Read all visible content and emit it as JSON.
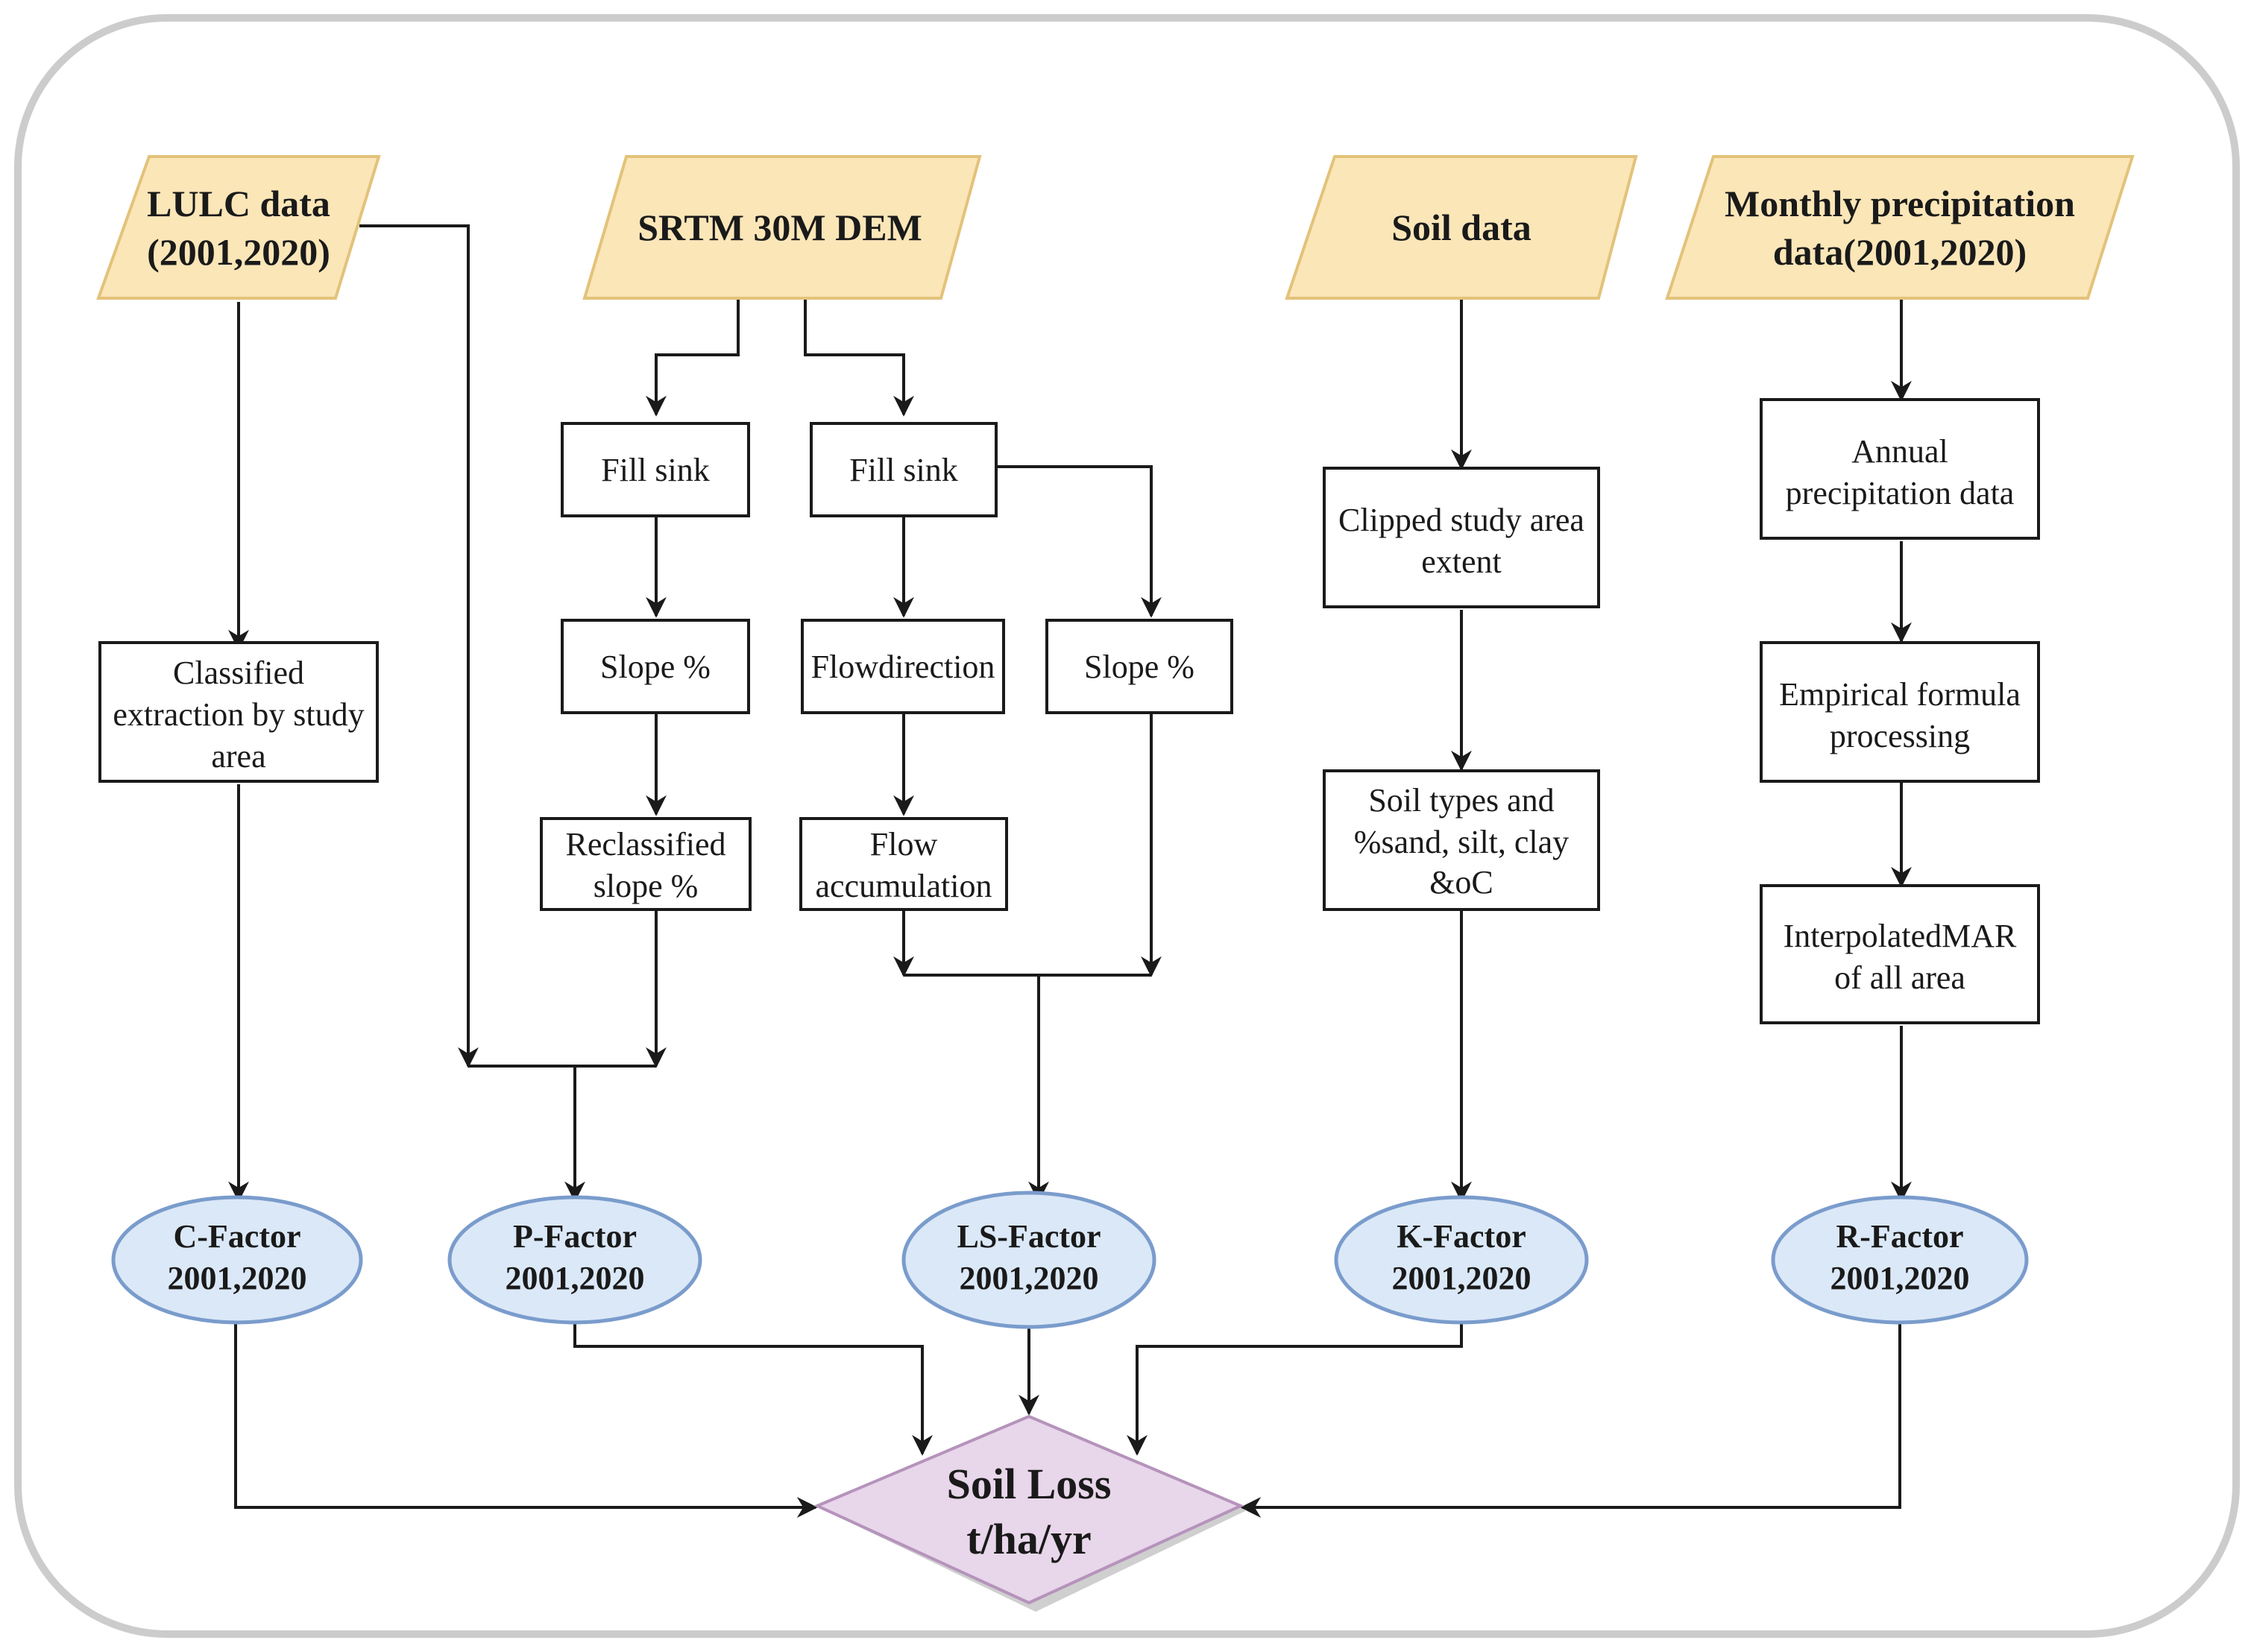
{
  "inputs": {
    "lulc": [
      "LULC data",
      "(2001,2020)"
    ],
    "srtm": [
      "SRTM 30M DEM"
    ],
    "soil": [
      "Soil data"
    ],
    "precip": [
      "Monthly precipitation",
      "data(2001,2020)"
    ]
  },
  "steps": {
    "classified_extraction": [
      "Classified",
      "extraction by study",
      "area"
    ],
    "fill_sink_1": [
      "Fill sink"
    ],
    "slope_1": [
      "Slope %"
    ],
    "reclassified_slope": [
      "Reclassified",
      "slope %"
    ],
    "fill_sink_2": [
      "Fill sink"
    ],
    "flow_direction": [
      "Flowdirection"
    ],
    "slope_2": [
      "Slope %"
    ],
    "flow_accumulation": [
      "Flow",
      "accumulation"
    ],
    "clipped_extent": [
      "Clipped study area",
      "extent"
    ],
    "soil_types": [
      "Soil types and",
      "%sand, silt, clay",
      "&oC"
    ],
    "annual_precip": [
      "Annual",
      "precipitation data"
    ],
    "empirical_formula": [
      "Empirical formula",
      "processing"
    ],
    "interpolated_mar": [
      "InterpolatedMAR",
      "of all area"
    ]
  },
  "factors": {
    "c": [
      "C-Factor",
      "2001,2020"
    ],
    "p": [
      "P-Factor",
      "2001,2020"
    ],
    "ls": [
      "LS-Factor",
      "2001,2020"
    ],
    "k": [
      "K-Factor",
      "2001,2020"
    ],
    "r": [
      "R-Factor",
      "2001,2020"
    ]
  },
  "output": {
    "soil_loss": [
      "Soil Loss",
      "t/ha/yr"
    ]
  },
  "colors": {
    "input_fill": "#fbe6b8",
    "input_stroke": "#e3c27a",
    "factor_fill": "#dbe8f7",
    "factor_stroke": "#7a9ccc",
    "output_fill": "#e8d6ea",
    "output_stroke": "#b593bb",
    "frame_stroke": "#cccccc"
  }
}
